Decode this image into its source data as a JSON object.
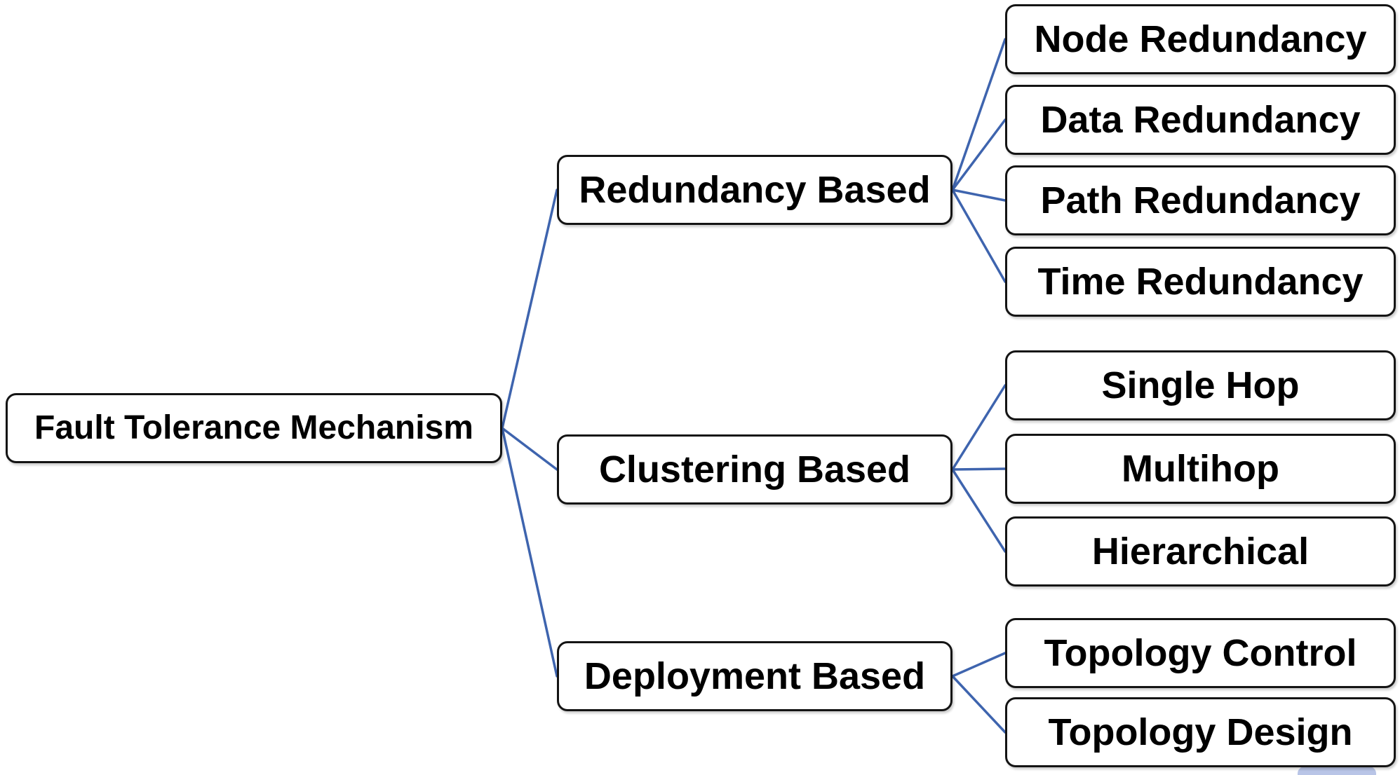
{
  "root": {
    "label": "Fault Tolerance Mechanism"
  },
  "branches": [
    {
      "label": "Redundancy Based",
      "children": [
        "Node Redundancy",
        "Data Redundancy",
        "Path Redundancy",
        "Time Redundancy"
      ]
    },
    {
      "label": "Clustering Based",
      "children": [
        "Single Hop",
        "Multihop",
        "Hierarchical"
      ]
    },
    {
      "label": "Deployment Based",
      "children": [
        "Topology Control",
        "Topology Design"
      ]
    }
  ],
  "colors": {
    "connector": "#3E64AE",
    "box_border": "#141414",
    "box_fill": "#FFFFFF",
    "text": "#000000",
    "decorative_shape": "#B9C5E7"
  }
}
